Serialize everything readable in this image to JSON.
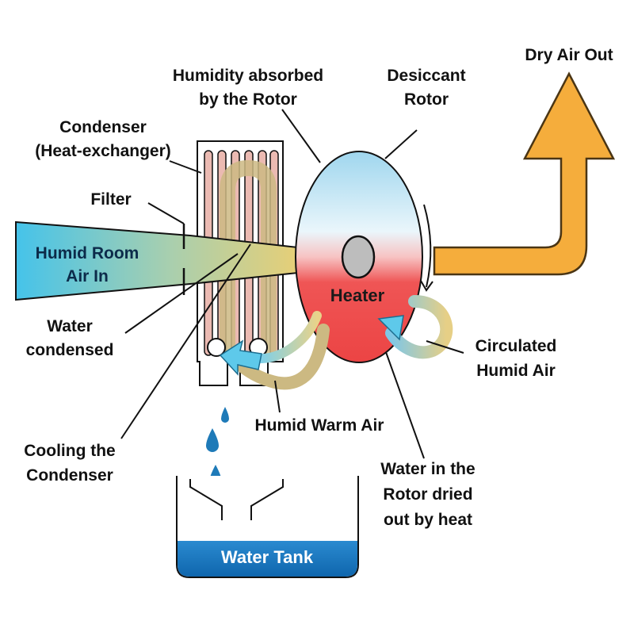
{
  "labels": {
    "dry_air_out": "Dry Air Out",
    "humidity_absorbed_1": "Humidity absorbed",
    "humidity_absorbed_2": "by the Rotor",
    "desiccant_1": "Desiccant",
    "desiccant_2": "Rotor",
    "condenser_1": "Condenser",
    "condenser_2": "(Heat-exchanger)",
    "filter": "Filter",
    "humid_room_1": "Humid Room",
    "humid_room_2": "Air In",
    "heater": "Heater",
    "water_condensed_1": "Water",
    "water_condensed_2": "condensed",
    "circulated_1": "Circulated",
    "circulated_2": "Humid Air",
    "humid_warm_air": "Humid Warm Air",
    "cooling_1": "Cooling the",
    "cooling_2": "Condenser",
    "rotor_dried_1": "Water in the",
    "rotor_dried_2": "Rotor dried",
    "rotor_dried_3": "out by heat",
    "water_tank": "Water Tank"
  },
  "colors": {
    "humid_air": "#49c6e8",
    "warm_air": "#f2d060",
    "dry_air": "#f5ad3c",
    "heater": "#ee4a4a",
    "rotor_top": "#a9dcef",
    "water_drop": "#1e7ab8",
    "tank_water": "#1677c2",
    "condenser_tube": "#e9b6b0"
  },
  "icons": [
    "water-drop-icon",
    "arrow-up-icon",
    "arrow-left-icon"
  ]
}
